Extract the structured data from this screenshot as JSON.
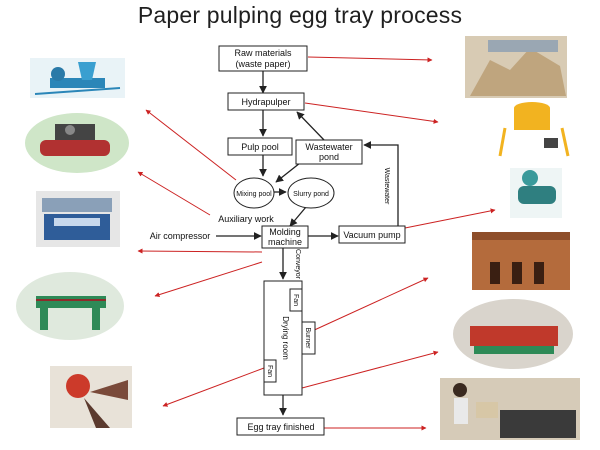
{
  "title": "Paper pulping egg tray process",
  "nodes": {
    "raw_materials_1": "Raw materials",
    "raw_materials_2": "(waste paper)",
    "hydrapulper": "Hydrapulper",
    "pulp_pool": "Pulp pool",
    "wastewater_pond_1": "Wastewater",
    "wastewater_pond_2": "pond",
    "mixing_pool": "Mixing pool",
    "slurry_pond": "Slurry pond",
    "auxiliary_work": "Auxiliary work",
    "air_compressor": "Air compressor",
    "molding_machine_1": "Molding",
    "molding_machine_2": "machine",
    "vacuum_pump": "Vacuum pump",
    "wastewater_label": "Wastewater",
    "conveyor": "Conveyor",
    "fan_top": "Fan",
    "drying_room": "Drying room",
    "burner": "Burner",
    "fan_bottom": "Fan",
    "egg_tray_finished": "Egg tray finished"
  },
  "colors": {
    "arrow_red": "#cc2222",
    "line": "#222222"
  },
  "photos": [
    {
      "id": "hydrapulper-machine",
      "depicts": "blue pulper machine"
    },
    {
      "id": "air-compressor",
      "depicts": "air compressor"
    },
    {
      "id": "molding-machine",
      "depicts": "egg tray molding machine"
    },
    {
      "id": "conveyor-belt",
      "depicts": "conveyor"
    },
    {
      "id": "fan",
      "depicts": "fan"
    },
    {
      "id": "waste-paper-pile",
      "depicts": "waste paper pile"
    },
    {
      "id": "pulper-tank",
      "depicts": "yellow pulping tank"
    },
    {
      "id": "vacuum-pump",
      "depicts": "vacuum pump"
    },
    {
      "id": "brick-drying-room",
      "depicts": "brick drying room"
    },
    {
      "id": "drying-line",
      "depicts": "drying line"
    },
    {
      "id": "finished-trays",
      "depicts": "workers with egg trays"
    }
  ]
}
